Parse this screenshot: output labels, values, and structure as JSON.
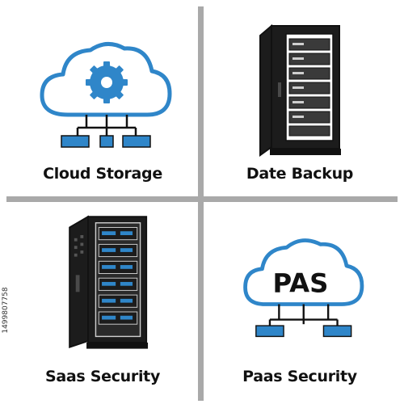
{
  "colors": {
    "accent": "#2f86c9",
    "outline": "#111111",
    "divider": "#a9a9a9",
    "rack_body": "#1c1c1c",
    "rack_panel": "#3a3a3a"
  },
  "tiles": [
    {
      "label": "Cloud Storage",
      "icon": "cloud-gear-network-icon"
    },
    {
      "label": "Date Backup",
      "icon": "server-rack-icon"
    },
    {
      "label": "Saas Security",
      "icon": "server-rack-open-icon"
    },
    {
      "label": "Paas Security",
      "icon": "cloud-pas-network-icon",
      "icon_text": "PAS"
    }
  ],
  "side_code": "1499807758"
}
